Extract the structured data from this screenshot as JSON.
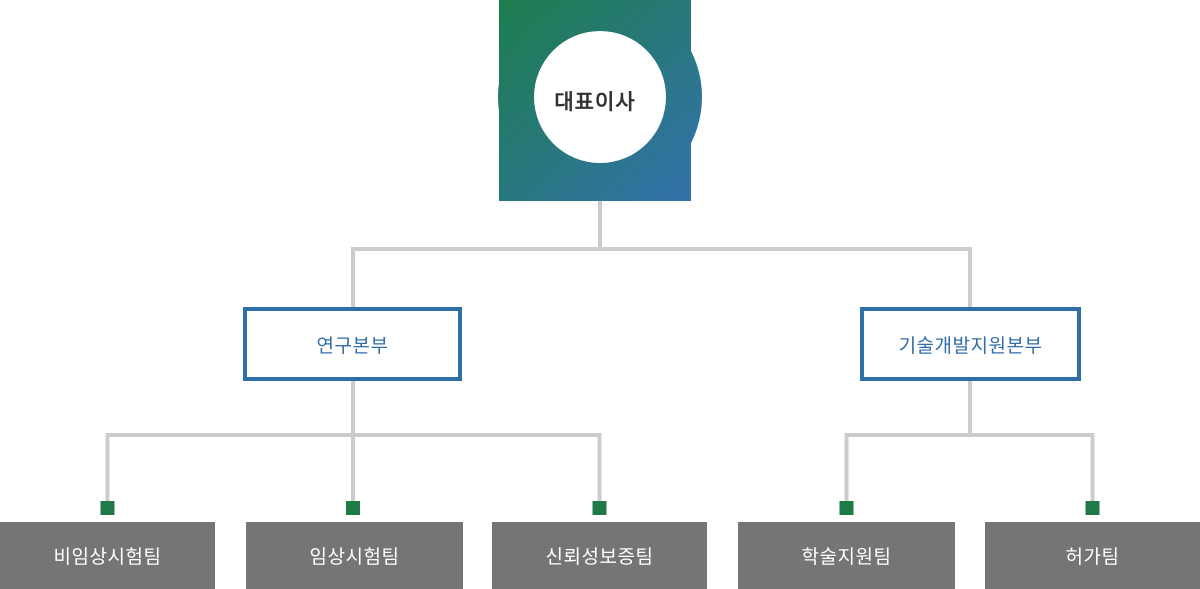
{
  "org_chart": {
    "type": "org-chart",
    "root": {
      "label": "대표이사"
    },
    "departments": [
      {
        "label": "연구본부",
        "teams": [
          {
            "label": "비임상시험팀"
          },
          {
            "label": "임상시험팀"
          },
          {
            "label": "신뢰성보증팀"
          }
        ]
      },
      {
        "label": "기술개발지원본부",
        "teams": [
          {
            "label": "학술지원팀"
          },
          {
            "label": "허가팀"
          }
        ]
      }
    ]
  },
  "colors": {
    "root_gradient_green": "#1e7d4c",
    "root_gradient_blue": "#3372ac",
    "connector_gray": "#cccccc",
    "dept_border_blue": "#2f6ea7",
    "dept_text_blue": "#2f6ea7",
    "team_background_gray": "#757575",
    "team_text_white": "#ffffff",
    "marker_green": "#1e7b47",
    "root_text_dark": "#333333"
  }
}
